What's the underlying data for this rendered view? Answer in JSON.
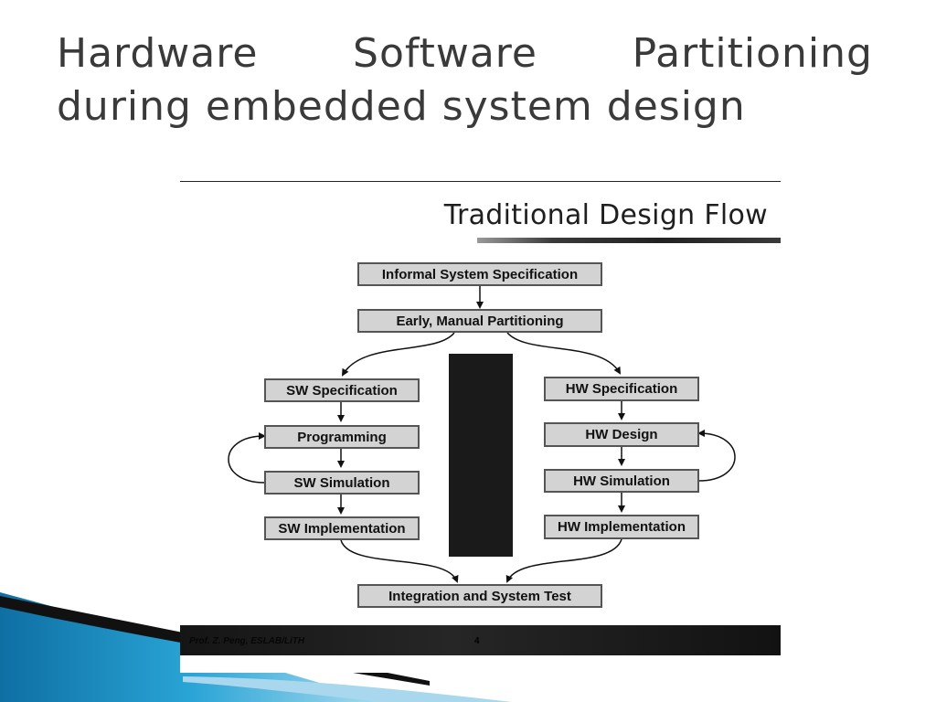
{
  "slide": {
    "title_line1_words": [
      "Hardware",
      "Software",
      "Partitioning"
    ],
    "title_line2": "during embedded system design"
  },
  "figure": {
    "heading": "Traditional Design Flow",
    "footer_left": "Prof. Z. Peng, ESLAB/LiTH",
    "footer_page": "4"
  },
  "flow": {
    "informal_spec": "Informal System Specification",
    "partitioning": "Early, Manual Partitioning",
    "sw_spec": "SW Specification",
    "programming": "Programming",
    "sw_simulation": "SW Simulation",
    "sw_implementation": "SW Implementation",
    "hw_spec": "HW Specification",
    "hw_design": "HW Design",
    "hw_simulation": "HW Simulation",
    "hw_implementation": "HW Implementation",
    "integration": "Integration and System Test"
  },
  "colors": {
    "title": "#3a3a3a",
    "box_fill": "#d3d3d3",
    "swoosh_blue": "#1f8fc0"
  }
}
